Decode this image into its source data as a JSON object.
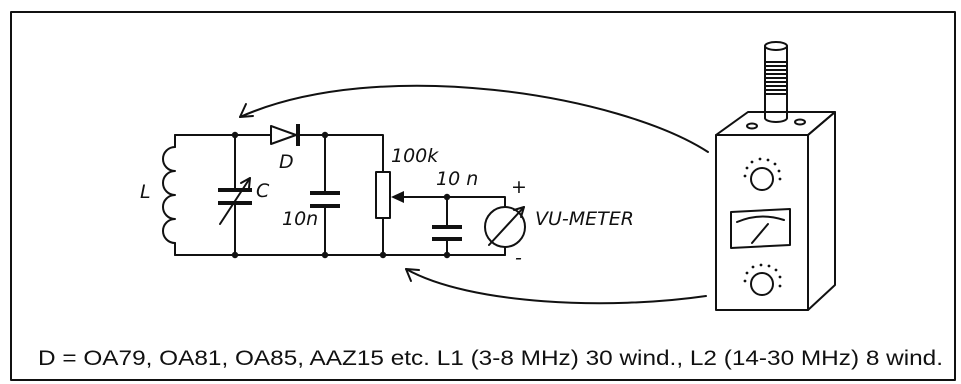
{
  "diagram": {
    "labels": {
      "inductor": "L",
      "capacitor_variable": "C",
      "diode": "D",
      "capacitor_1": "10n",
      "potentiometer": "100k",
      "capacitor_2": "10 n",
      "meter_plus": "+",
      "meter_minus": "-",
      "meter": "VU-METER"
    },
    "caption": "D = OA79, OA81, OA85, AAZ15 etc. L1 (3-8 MHz) 30 wind., L2 (14-30 MHz) 8 wind."
  }
}
